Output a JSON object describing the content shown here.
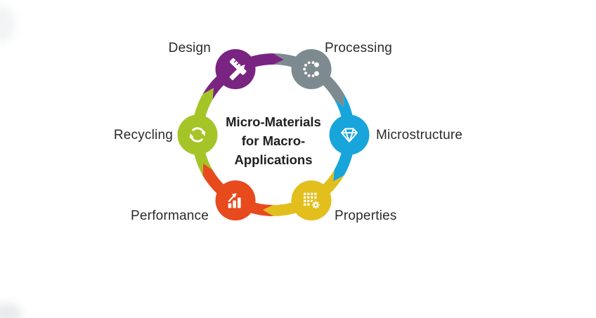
{
  "title": "Micro-Materials for Macro-Applications process cycle",
  "center": {
    "line1": "Micro-Materials",
    "line2": "for Macro-",
    "line3": "Applications"
  },
  "nodes": [
    {
      "label": "Design",
      "color": "#7a2482",
      "icon": "pencil-ruler",
      "angle": 120
    },
    {
      "label": "Processing",
      "color": "#7d8b90",
      "icon": "process-nodes",
      "angle": 60
    },
    {
      "label": "Microstructure",
      "color": "#17a5dc",
      "icon": "diamond",
      "angle": 0
    },
    {
      "label": "Properties",
      "color": "#e2bf1c",
      "icon": "grid-gear",
      "angle": 300
    },
    {
      "label": "Performance",
      "color": "#e74a1d",
      "icon": "growth-chart",
      "angle": 240
    },
    {
      "label": "Recycling",
      "color": "#a5c427",
      "icon": "recycle",
      "angle": 180
    }
  ],
  "flow": {
    "direction": "clockwise",
    "order": [
      "Design",
      "Processing",
      "Microstructure",
      "Properties",
      "Performance",
      "Recycling"
    ]
  },
  "theme": {
    "background": "#ffffff",
    "label_color": "#2b2b2b",
    "center_text_color": "#202020"
  }
}
